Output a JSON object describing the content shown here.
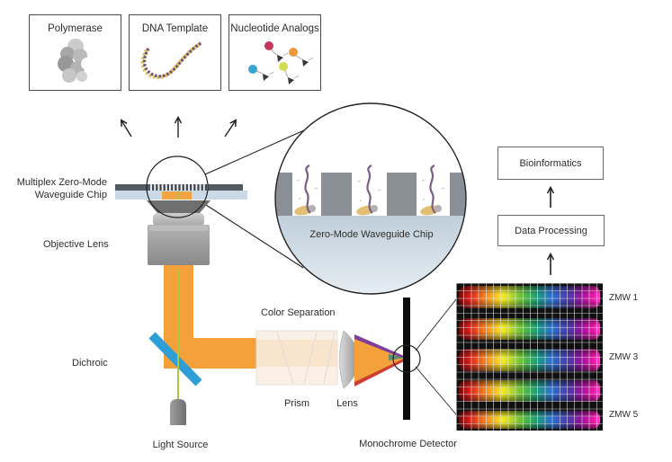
{
  "reagent_boxes": [
    {
      "label": "Polymerase"
    },
    {
      "label": "DNA Template"
    },
    {
      "label": "Nucleotide Analogs"
    }
  ],
  "labels": {
    "chip_line1": "Multiplex Zero-Mode",
    "chip_line2": "Waveguide Chip",
    "objective": "Objective Lens",
    "dichroic": "Dichroic",
    "light_source": "Light Source",
    "color_separation": "Color Separation",
    "prism": "Prism",
    "lens": "Lens",
    "detector": "Monochrome Detector"
  },
  "zmw_inset": {
    "label": "Zero-Mode Waveguide Chip"
  },
  "pipeline": {
    "data_processing": "Data Processing",
    "bioinformatics": "Bioinformatics"
  },
  "detector_readout": {
    "row_labels": [
      "ZMW 1",
      "ZMW 3",
      "ZMW 5"
    ]
  },
  "colors": {
    "beam_orange": "#F4A13B",
    "laser_green": "#A9C944",
    "dichroic_blue": "#2E9ED6",
    "dna_purple": "#7B5E85",
    "chip_glass_blue": "#C9DAE6",
    "nucleotide_colors": [
      "#C2385C",
      "#E89B3C",
      "#3AA5D1",
      "#D3DC55"
    ]
  }
}
